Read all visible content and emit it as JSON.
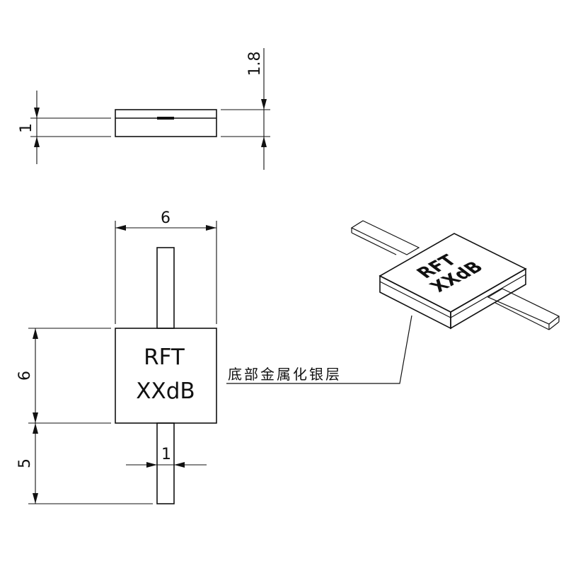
{
  "side_view": {
    "dim_thickness": "1",
    "dim_total_height": "1.8"
  },
  "top_view": {
    "dim_width": "6",
    "dim_body_height": "6",
    "dim_lead_length": "5",
    "dim_lead_width": "1",
    "marking_line1": "RFT",
    "marking_line2": "XXdB"
  },
  "isometric_view": {
    "marking_line1": "RFT",
    "marking_line2": "XXdB"
  },
  "callout": {
    "label": "底部金属化银层"
  }
}
